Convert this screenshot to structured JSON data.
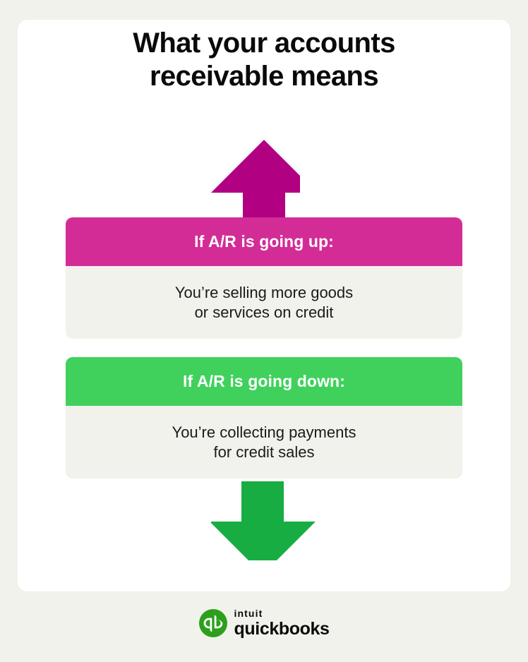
{
  "background_color": "#f2f2ec",
  "panel_color": "#ffffff",
  "title": {
    "line1": "What your accounts",
    "line2": "receivable means"
  },
  "arrows": {
    "up": {
      "icon": "arrow-up-icon",
      "direction": "up",
      "color": "#b10081"
    },
    "down": {
      "icon": "arrow-down-icon",
      "direction": "down",
      "color": "#17ad42"
    }
  },
  "blocks": [
    {
      "id": "ar-going-up",
      "header": "If A/R is going up:",
      "header_color": "#d32c97",
      "body_color": "#f2f2ec",
      "body_line1": "You’re selling more goods",
      "body_line2": "or services on credit"
    },
    {
      "id": "ar-going-down",
      "header": "If A/R is going down:",
      "header_color": "#3fd15c",
      "body_color": "#f2f2ec",
      "body_line1": "You’re collecting payments",
      "body_line2": "for credit sales"
    }
  ],
  "logo": {
    "mark_icon": "quickbooks-qb-circle-icon",
    "mark_color": "#2ca01c",
    "brand_top": "intuit",
    "brand_bottom": "quickbooks"
  }
}
